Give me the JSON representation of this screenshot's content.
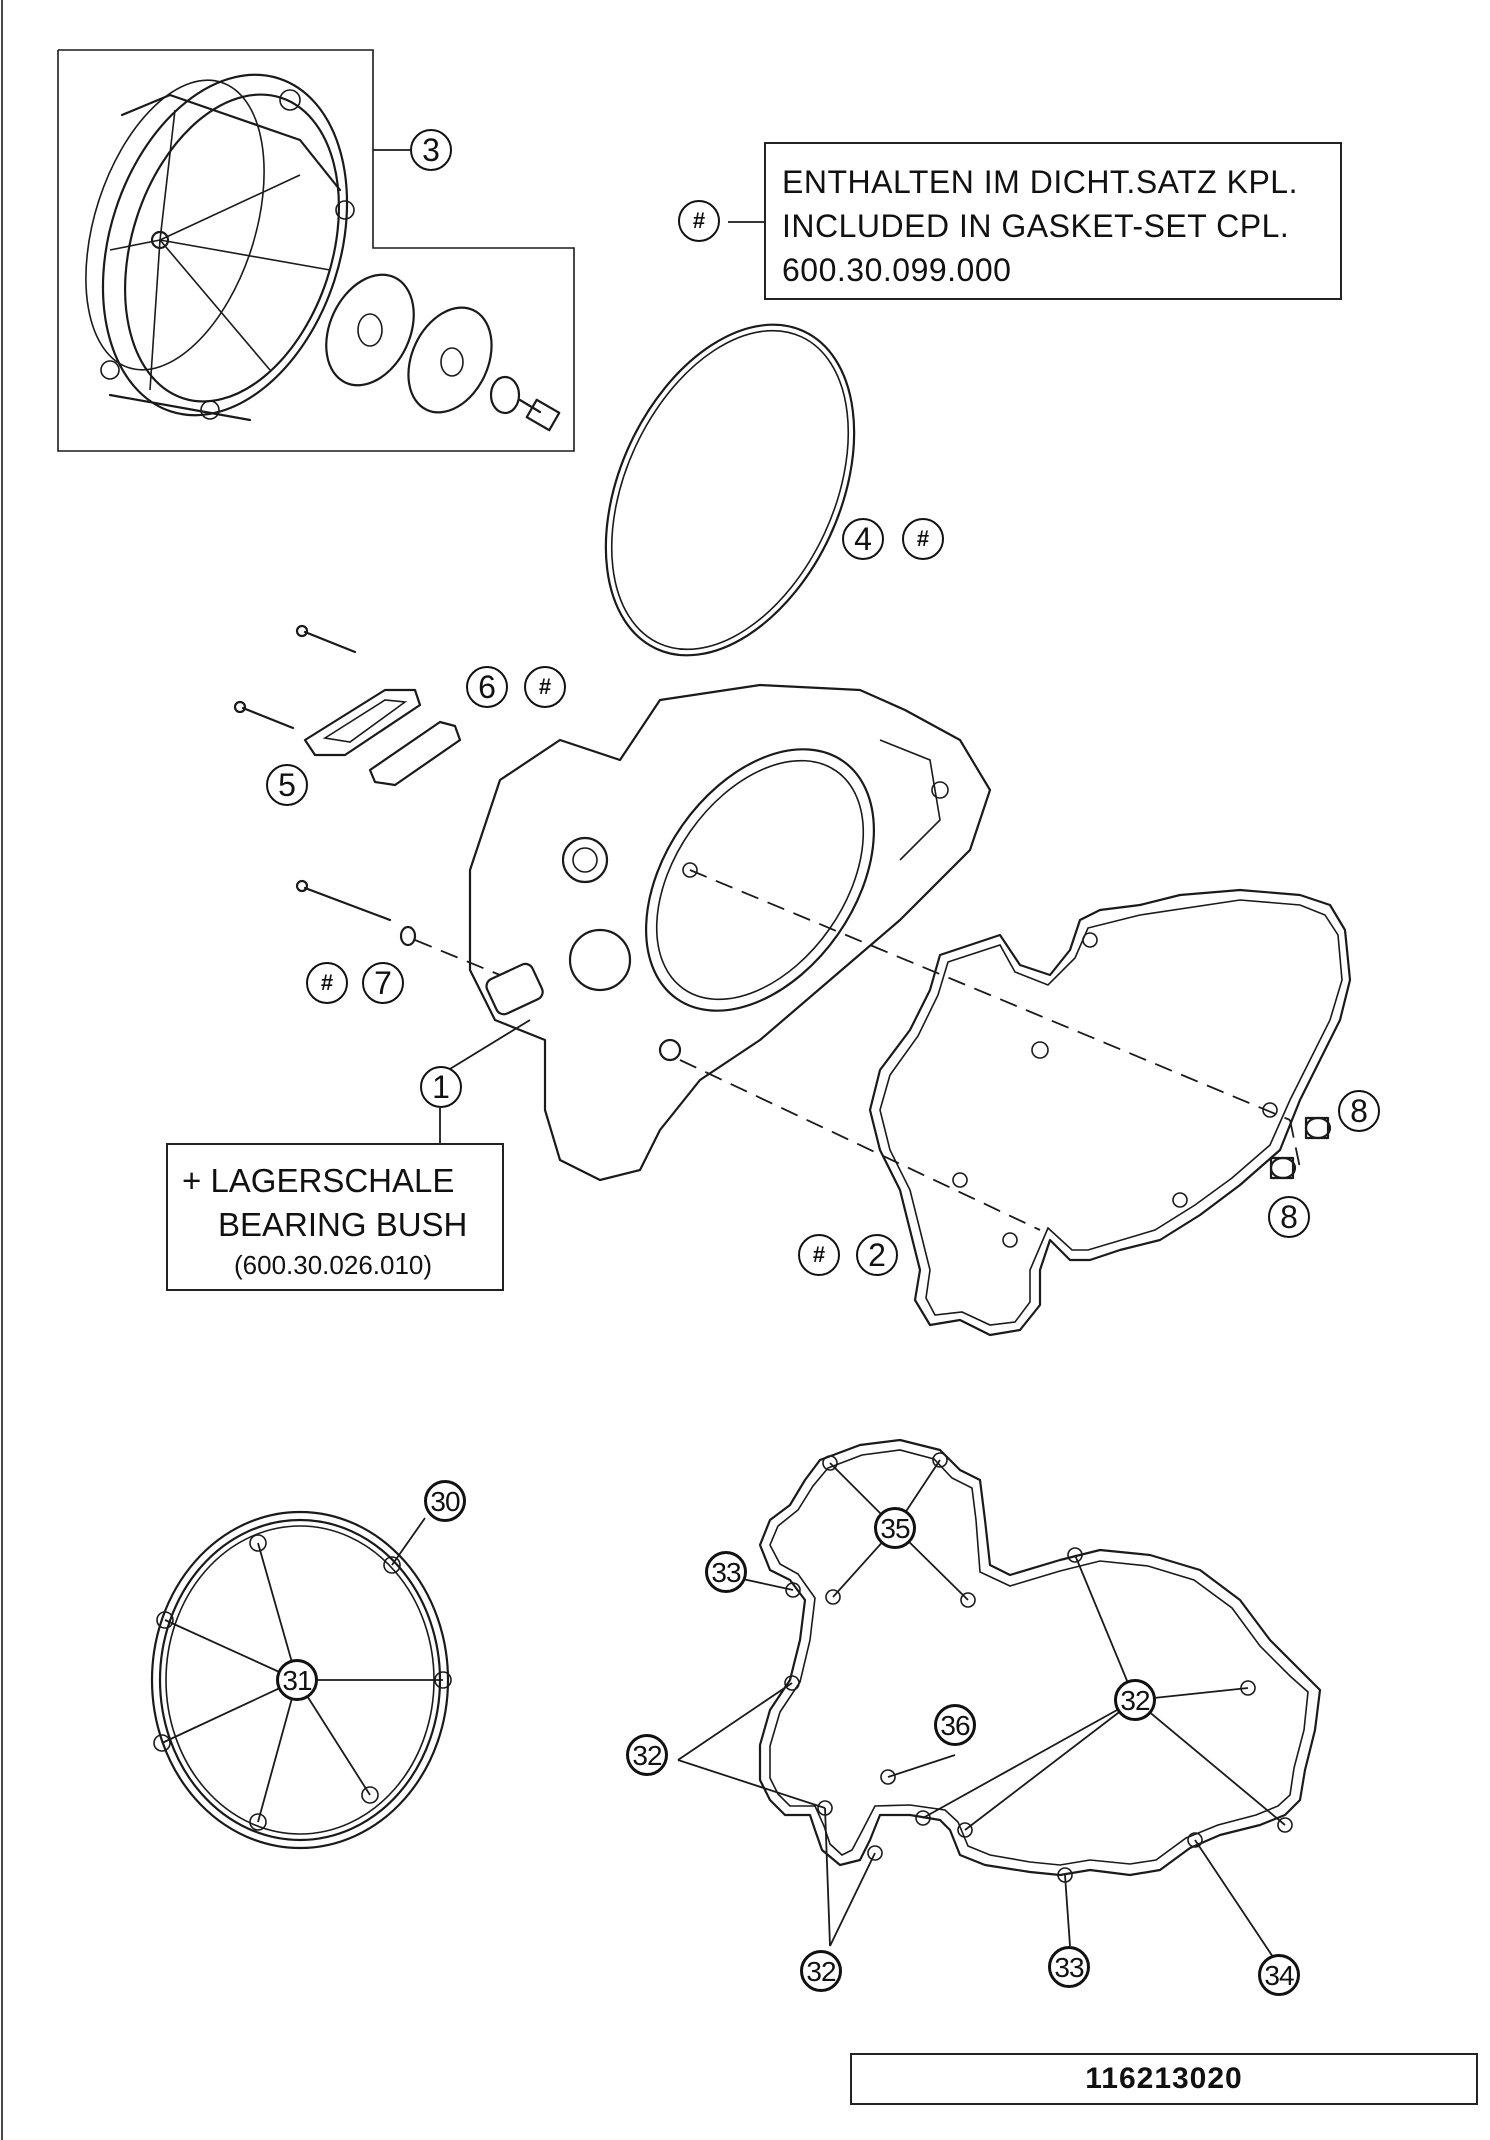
{
  "gasket_set_note": {
    "callout": "#",
    "line1": "ENTHALTEN IM DICHT.SATZ KPL.",
    "line2": "INCLUDED IN GASKET-SET CPL.",
    "line3": "600.30.099.000"
  },
  "bearing_note": {
    "line1": "+ LAGERSCHALE",
    "line2": "BEARING BUSH",
    "line3": "(600.30.026.010)"
  },
  "drawing_number": "116213020",
  "callouts": {
    "c1": "1",
    "c2": "2",
    "c2_hash": "#",
    "c3": "3",
    "c4": "4",
    "c4_hash": "#",
    "c5": "5",
    "c6": "6",
    "c6_hash": "#",
    "c7": "7",
    "c7_hash": "#",
    "c8a": "8",
    "c8b": "8",
    "c30": "30",
    "c31": "31",
    "c32a": "32",
    "c32b": "32",
    "c32c": "32",
    "c33a": "33",
    "c33b": "33",
    "c34": "34",
    "c35": "35",
    "c36": "36"
  }
}
